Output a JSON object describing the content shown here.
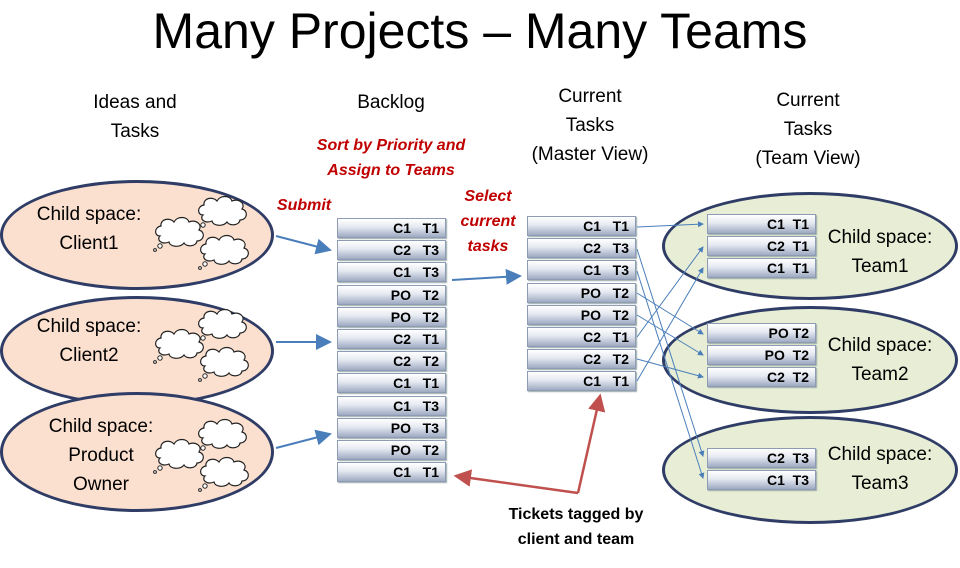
{
  "title": "Many Projects – Many Teams",
  "columns": {
    "ideas": [
      "Ideas and",
      "Tasks"
    ],
    "backlog": [
      "Backlog"
    ],
    "master": [
      "Current",
      "Tasks",
      "(Master View)"
    ],
    "team": [
      "Current",
      "Tasks",
      "(Team View)"
    ]
  },
  "annotations": {
    "sort": [
      "Sort by Priority and",
      "Assign to Teams"
    ],
    "submit": "Submit",
    "select": [
      "Select",
      "current",
      "tasks"
    ],
    "tickets": [
      "Tickets tagged by",
      "client and team"
    ]
  },
  "sources": [
    {
      "lines": [
        "Child space:",
        "Client1"
      ]
    },
    {
      "lines": [
        "Child space:",
        "Client2"
      ]
    },
    {
      "lines": [
        "Child space:",
        "Product",
        "Owner"
      ]
    }
  ],
  "backlog_tickets": [
    "C1   T1",
    "C2   T3",
    "C1   T3",
    "PO   T2",
    "PO   T2",
    "C2   T1",
    "C2   T2",
    "C1   T1",
    "C1   T3",
    "PO   T3",
    "PO   T2",
    "C1   T1"
  ],
  "master_tickets": [
    "C1   T1",
    "C2   T3",
    "C1   T3",
    "PO   T2",
    "PO   T2",
    "C2   T1",
    "C2   T2",
    "C1   T1"
  ],
  "teams": [
    {
      "lines": [
        "Child space:",
        "Team1"
      ],
      "tickets": [
        "C1  T1",
        "C2  T1",
        "C1  T1"
      ]
    },
    {
      "lines": [
        "Child space:",
        "Team2"
      ],
      "tickets": [
        "PO T2",
        "PO  T2",
        "C2  T2"
      ]
    },
    {
      "lines": [
        "Child space:",
        "Team3"
      ],
      "tickets": [
        "C2  T3",
        "C1  T3"
      ]
    }
  ],
  "colors": {
    "arrow_blue": "#4a7ebb",
    "arrow_red": "#c0504d",
    "annotation_red": "#c00000",
    "source_fill": "#fbe0cf",
    "team_fill": "#e8eed5",
    "ellipse_border": "#2f3c66"
  }
}
